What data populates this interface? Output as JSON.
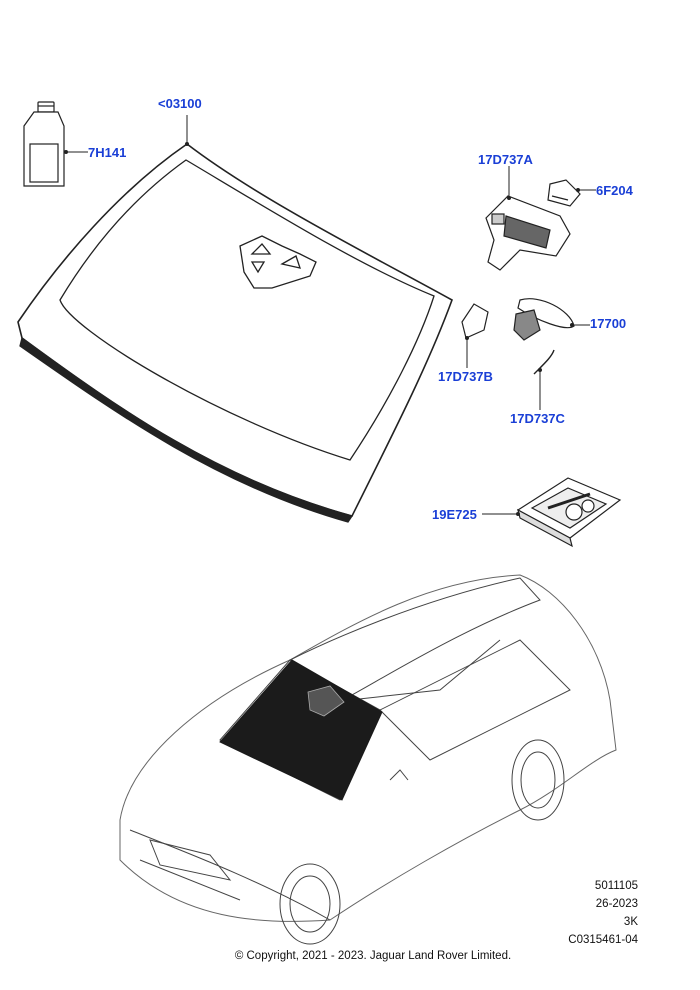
{
  "callouts": [
    {
      "id": "c03100",
      "label": "<03100"
    },
    {
      "id": "c7h141",
      "label": "7H141"
    },
    {
      "id": "c17d737a",
      "label": "17D737A"
    },
    {
      "id": "c6f204",
      "label": "6F204"
    },
    {
      "id": "c17700",
      "label": "17700"
    },
    {
      "id": "c17d737b",
      "label": "17D737B"
    },
    {
      "id": "c17d737c",
      "label": "17D737C"
    },
    {
      "id": "c19e725",
      "label": "19E725"
    }
  ],
  "meta": {
    "line1": "5011105",
    "line2": "26-2023",
    "line3": "3K",
    "line4": "C0315461-04"
  },
  "copyright": "© Copyright, 2021 - 2023. Jaguar Land Rover Limited.",
  "colors": {
    "callout": "#1a3fd6",
    "line": "#222222",
    "glass_dark": "#1b1b1b"
  }
}
